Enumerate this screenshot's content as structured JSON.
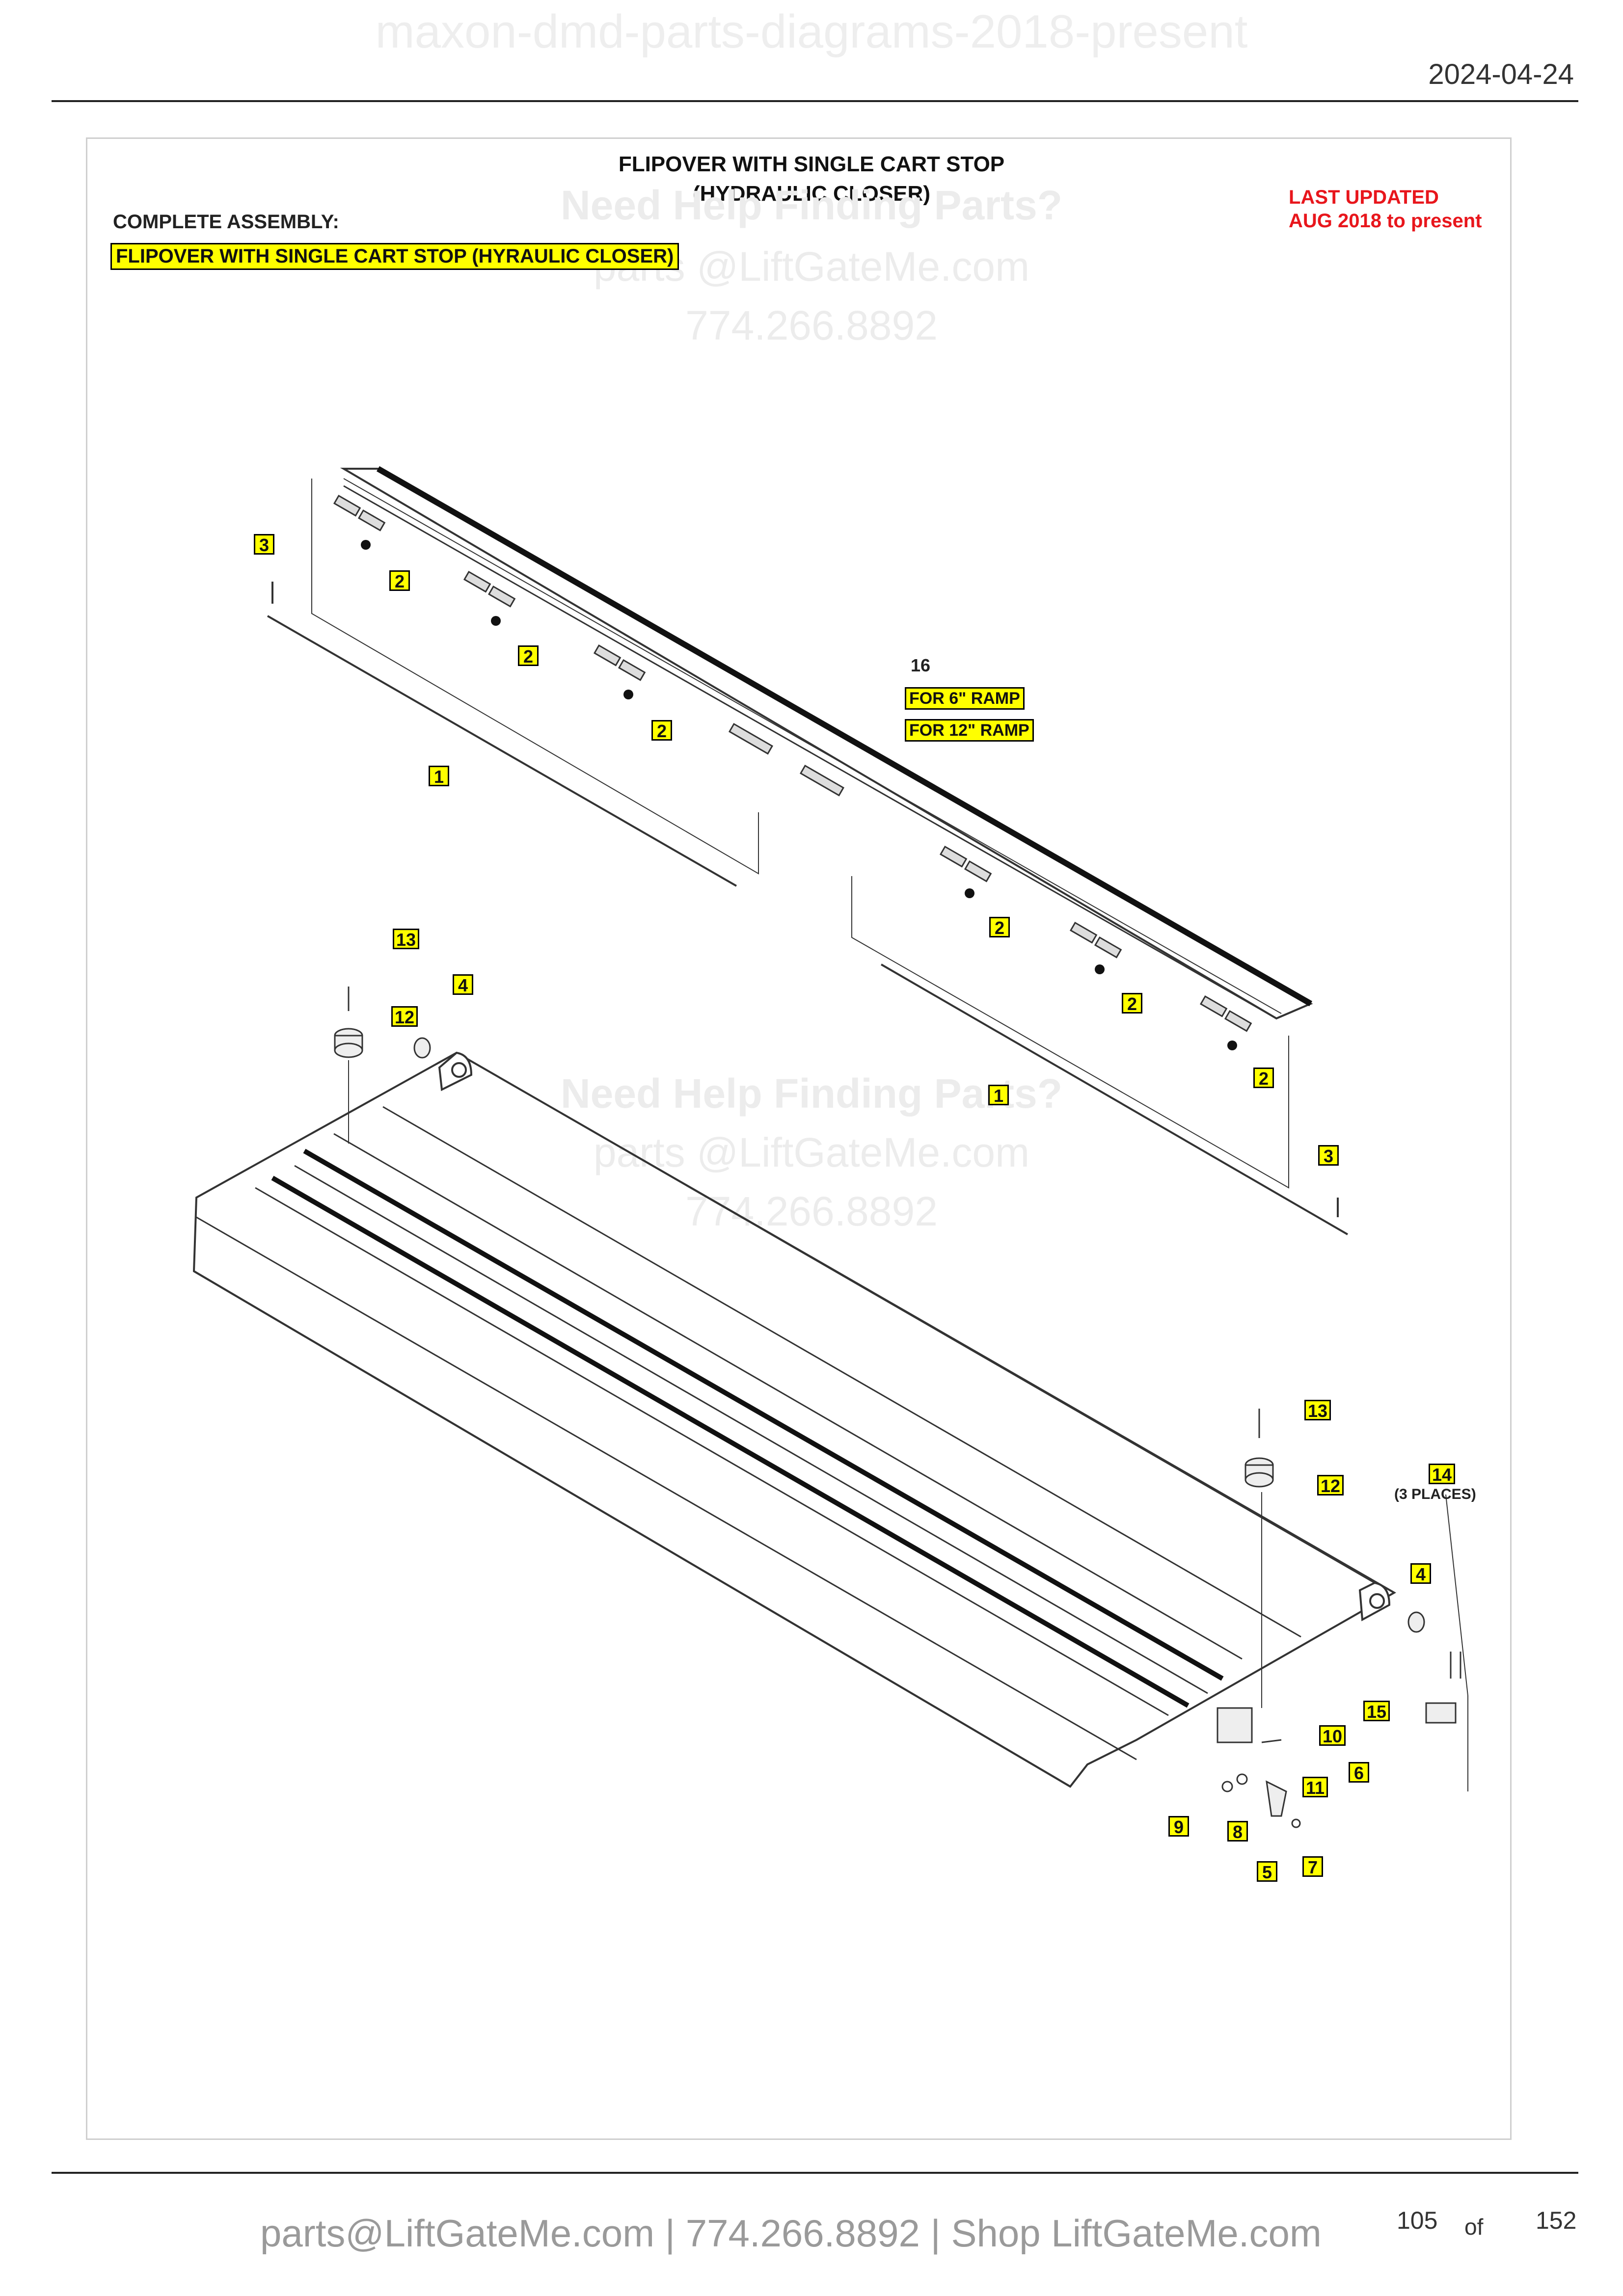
{
  "header": {
    "watermark": "maxon-dmd-parts-diagrams-2018-present",
    "date": "2024-04-24"
  },
  "sheet": {
    "title_line1": "FLIPOVER WITH SINGLE CART STOP",
    "title_line2": "(HYDRAULIC CLOSER)",
    "assembly_label": "COMPLETE ASSEMBLY:",
    "assembly_name": "FLIPOVER WITH SINGLE CART STOP (HYRAULIC CLOSER)",
    "updated_line1": "LAST UPDATED",
    "updated_line2": "AUG 2018 to present",
    "update_color": "#e8161c",
    "highlight_color": "#ffff00"
  },
  "watermark": {
    "line1": "Need Help Finding Parts?",
    "line2": "parts @LiftGateMe.com",
    "line3": "774.266.8892"
  },
  "callouts": {
    "c1": "1",
    "c2": "2",
    "c3": "3",
    "c4": "4",
    "c5": "5",
    "c6": "6",
    "c7": "7",
    "c8": "8",
    "c9": "9",
    "c10": "10",
    "c11": "11",
    "c12": "12",
    "c13": "13",
    "c14": "14",
    "c15": "15",
    "c16": "16",
    "ramp6": "FOR 6\" RAMP",
    "ramp12": "FOR 12\" RAMP",
    "places": "(3 PLACES)"
  },
  "footer": {
    "contact": "parts@LiftGateMe.com | 774.266.8892 | Shop LiftGateMe.com",
    "page_current": "105",
    "page_of": "of",
    "page_total": "152"
  }
}
